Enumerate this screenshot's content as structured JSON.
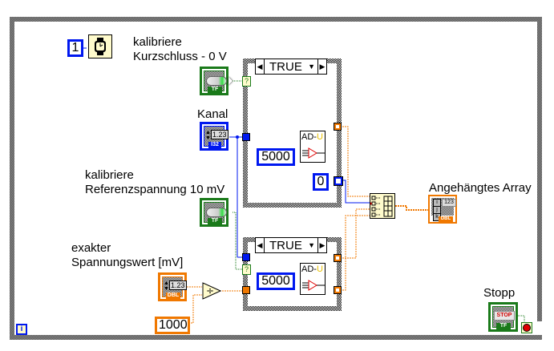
{
  "diagram": {
    "title": "LabVIEW block diagram - calibration loop",
    "while_loop": {
      "iteration_terminal": "i",
      "stop_terminal": "stop-condition"
    },
    "wait_ms": {
      "constant": "1",
      "node": "wait-ms"
    },
    "controls": {
      "kalibriere_kurzschluss": {
        "label_line1": "kalibriere",
        "label_line2": "Kurzschluss - 0 V",
        "type_tag": "TF"
      },
      "kanal": {
        "label": "Kanal",
        "value_glyph": "1.23",
        "type_tag": "I32"
      },
      "kalibriere_referenz": {
        "label_line1": "kalibriere",
        "label_line2": "Referenzspannung 10 mV",
        "type_tag": "TF"
      },
      "exakter_spannungswert": {
        "label_line1": "exakter",
        "label_line2": "Spannungswert [mV]",
        "value_glyph": "1.23",
        "type_tag": "DBL"
      },
      "stopp": {
        "label": "Stopp",
        "button_text": "STOP",
        "type_tag": "TF"
      }
    },
    "case_structures": [
      {
        "selector": "TRUE",
        "constant": "5000",
        "subvi": {
          "line1": "AD-",
          "line1_accent": "U",
          "subscript": "i"
        },
        "output_constant": "0"
      },
      {
        "selector": "TRUE",
        "constant": "5000",
        "subvi": {
          "line1": "AD-",
          "line1_accent": "U",
          "subscript": "i"
        }
      }
    ],
    "divide": {
      "symbol": "÷",
      "divisor_constant": "1000"
    },
    "build_array": {
      "inputs": 4
    },
    "indicator": {
      "label": "Angehängtes Array",
      "value_glyph": "123",
      "index_labels": [
        "i",
        "j",
        "k"
      ],
      "type_tag": "DBL"
    },
    "colors": {
      "numeric_int_wire": "#0018f0",
      "numeric_dbl_wire": "#f07800",
      "boolean_wire": "#1a7a1a",
      "node_bg": "#fffbcc"
    }
  }
}
